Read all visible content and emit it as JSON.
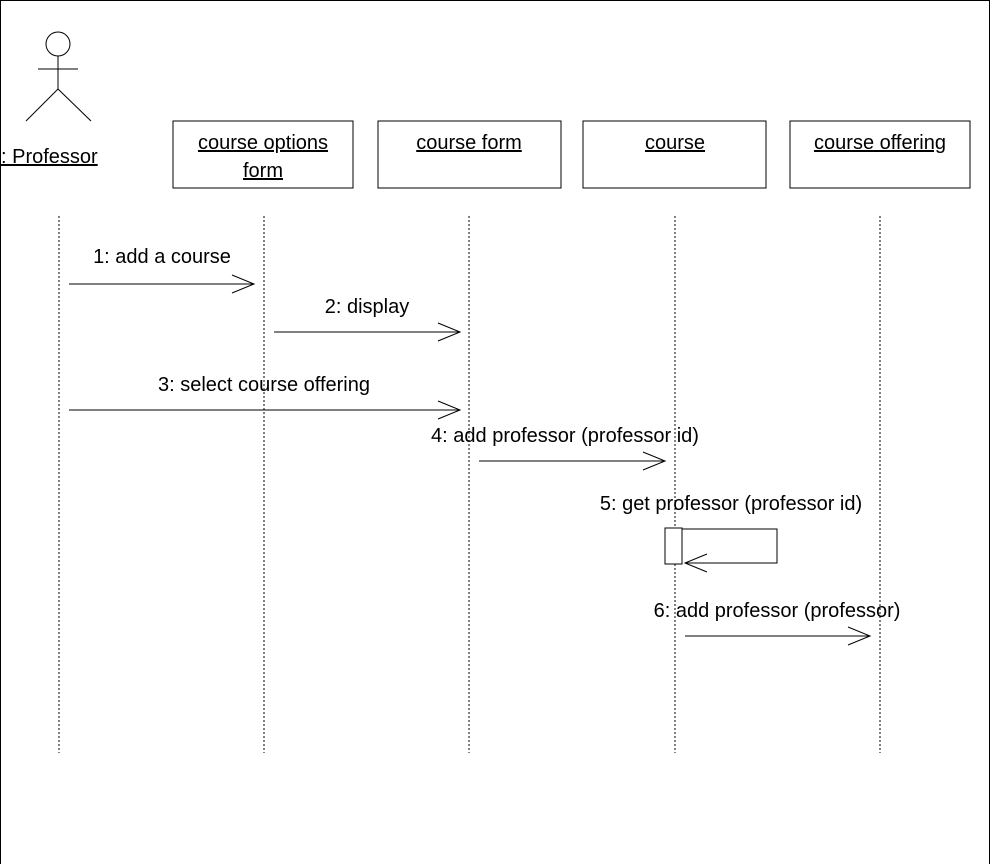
{
  "actor": {
    "name": ": Professor",
    "icon": "stick-figure-actor"
  },
  "objects": [
    {
      "id": "course-options-form",
      "lines": [
        "course options ",
        "form"
      ]
    },
    {
      "id": "course-form",
      "lines": [
        "course form"
      ]
    },
    {
      "id": "course",
      "lines": [
        "course"
      ]
    },
    {
      "id": "course-offering",
      "lines": [
        "course offering"
      ]
    }
  ],
  "messages": [
    {
      "label": "1: add a course"
    },
    {
      "label": "2: display"
    },
    {
      "label": "3: select course offering"
    },
    {
      "label": "4: add professor (professor id)"
    },
    {
      "label": "5: get professor (professor id)"
    },
    {
      "label": "6: add professor (professor)"
    }
  ]
}
